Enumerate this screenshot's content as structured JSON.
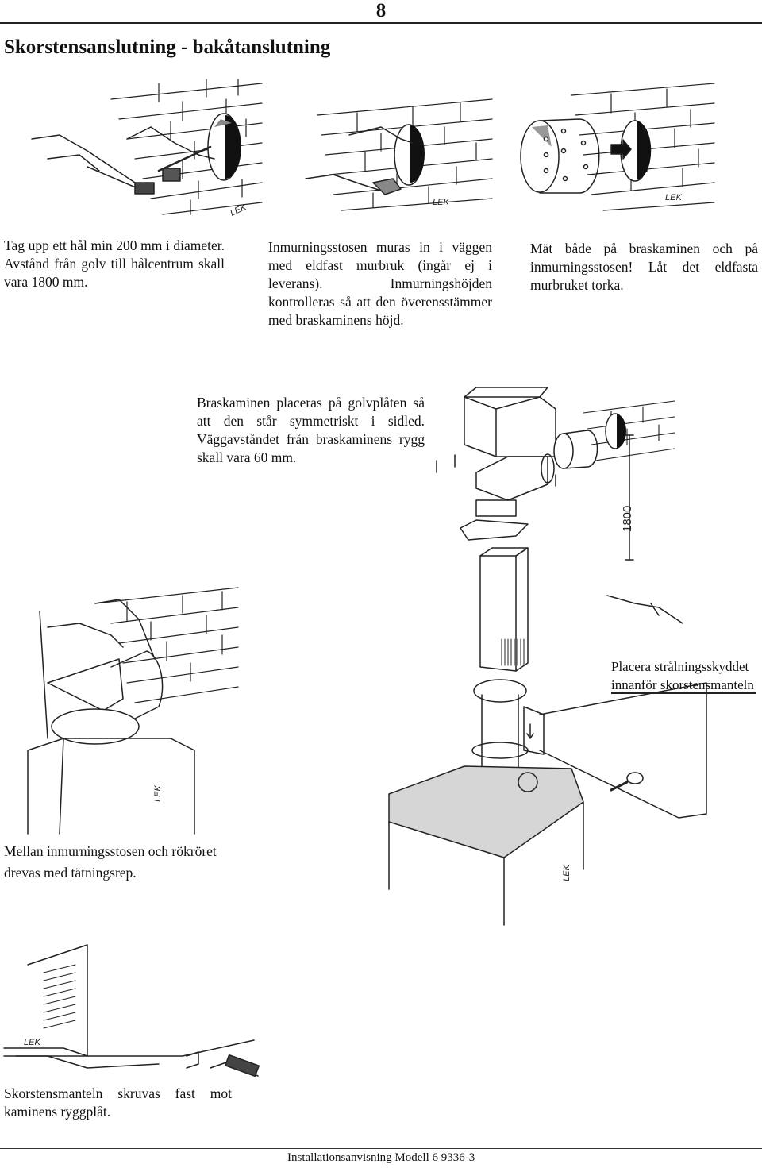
{
  "header": {
    "page_number": "8",
    "title": "Skorstensanslutning - bakåtanslutning"
  },
  "steps": [
    {
      "text": "Tag upp ett hål min 200 mm i diameter. Avstånd från golv till hålcentrum skall vara 1800 mm."
    },
    {
      "text": "Inmurningsstosen muras in i väggen med eldfast murbruk (ingår ej i leverans). Inmurningshöjden kontrolleras så att den överensstämmer med braskaminens höjd."
    },
    {
      "text": "Mät både på braskaminen och på inmurningsstosen! Låt det eldfasta murbruket torka."
    },
    {
      "text": "Braskaminen placeras på golvplåten så att den står symmetriskt i sidled. Väggavståndet från braskaminens rygg skall vara 60 mm."
    },
    {
      "text": "Mellan inmurningsstosen och rökröret drevas med tätningsrep."
    },
    {
      "text": "Skorstensmanteln skruvas fast mot kaminens ryggplåt."
    }
  ],
  "callout": {
    "line1": "Placera strålningsskyddet",
    "line2": "innanför skorstensmanteln"
  },
  "figure_labels": {
    "brand": "LEK",
    "height": "1800"
  },
  "footer": {
    "text": "Installationsanvisning Modell 6 9336-3"
  }
}
